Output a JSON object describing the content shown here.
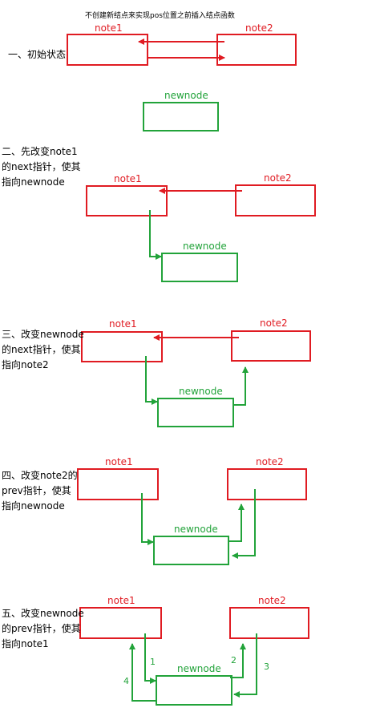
{
  "title": "不创建新结点来实现pos位置之前插入结点函数",
  "steps": [
    {
      "lines": [
        "一、初始状态"
      ]
    },
    {
      "lines": [
        "二、先改变note1",
        "的next指针，使其",
        "指向newnode"
      ]
    },
    {
      "lines": [
        "三、改变newnode",
        "的next指针，使其",
        "指向note2"
      ]
    },
    {
      "lines": [
        "四、改变note2的",
        "prev指针，使其",
        "指向newnode"
      ]
    },
    {
      "lines": [
        "五、改变newnode",
        "的prev指针，使其",
        "指向note1"
      ]
    }
  ],
  "labels": {
    "node1": "note1",
    "node2": "note2",
    "newnode": "newnode"
  },
  "arrow_numbers": [
    "1",
    "2",
    "3",
    "4"
  ],
  "colors": {
    "red": "#e01b22",
    "green": "#22a33a"
  }
}
